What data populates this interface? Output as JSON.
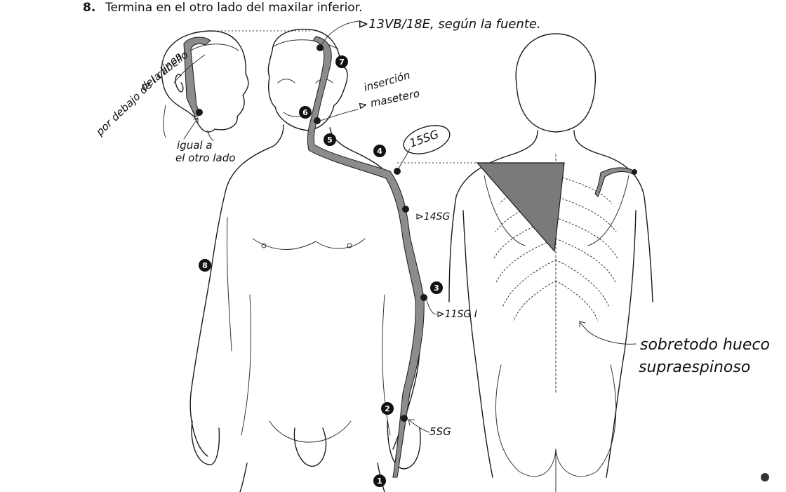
{
  "header": {
    "number": "8.",
    "text": "Termina en el otro lado del maxilar inferior."
  },
  "points": [
    {
      "id": "p1",
      "label": "1"
    },
    {
      "id": "p2",
      "label": "2"
    },
    {
      "id": "p3",
      "label": "3"
    },
    {
      "id": "p4",
      "label": "4"
    },
    {
      "id": "p5",
      "label": "5"
    },
    {
      "id": "p6",
      "label": "6"
    },
    {
      "id": "p7",
      "label": "7"
    },
    {
      "id": "p8",
      "label": "8"
    }
  ],
  "annotations": {
    "hairline_1": "por debajo de la línea",
    "hairline_2": "del cabello",
    "other_side_1": "igual a",
    "other_side_2": "el otro lado",
    "source": "⊳13VB/18E, según la fuente.",
    "masseter_1": "inserción",
    "masseter_2": "⊳ masetero",
    "shoulder_point": "15SG",
    "arm_14": "⊳14SG",
    "elbow_11": "⊳11SG I",
    "wrist_5": "5SG",
    "spine_1": "sobretodo hueco",
    "spine_2": "supraespinoso"
  },
  "colors": {
    "ink": "#1a1a1a",
    "channel_fill": "#8c8c8c",
    "triangle_fill": "#7a7a7a"
  }
}
